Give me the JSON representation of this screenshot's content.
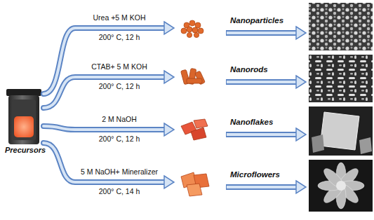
{
  "diagram": {
    "nodes": [
      {
        "text": [
          "Precursors"
        ]
      },
      {
        "text": [
          "Nanoparticles"
        ]
      },
      {
        "text": [
          "Nanorods"
        ]
      },
      {
        "text": [
          "Nanoflakes"
        ]
      },
      {
        "text": [
          "Microflowers"
        ]
      }
    ],
    "edges": [
      {
        "from": 0,
        "to": 1,
        "label": "Urea +5 M KOH",
        "arrow": "to"
      },
      {
        "from": 0,
        "to": 2,
        "label": "CTAB+ 5 M KOH",
        "arrow": "to"
      },
      {
        "from": 0,
        "to": 3,
        "label": "2 M NaOH",
        "arrow": "to"
      },
      {
        "from": 0,
        "to": 4,
        "label": "5 M NaOH+ Mineralizer",
        "arrow": "to"
      }
    ],
    "labels": [
      "200° C, 12 h",
      "200° C, 12 h",
      "200° C, 12 h",
      "200° C, 14 h"
    ]
  }
}
